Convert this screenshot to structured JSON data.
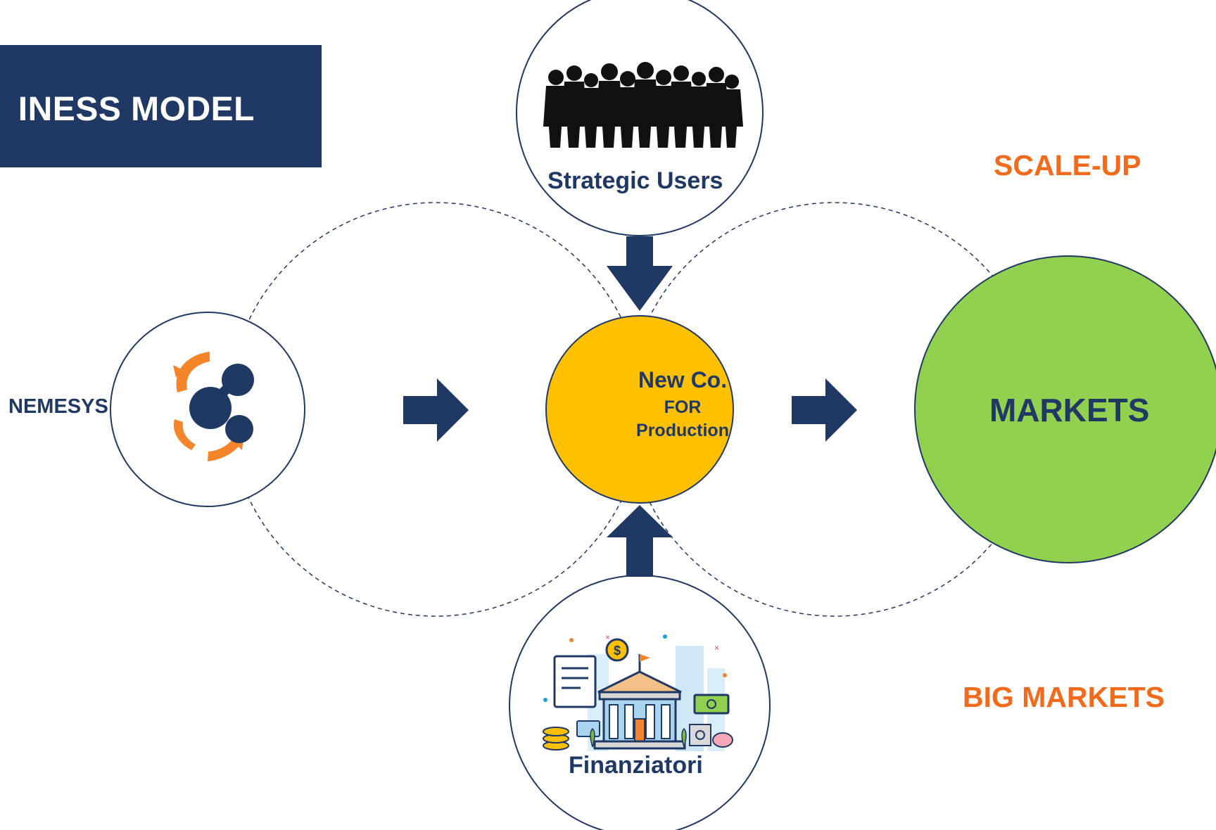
{
  "header": {
    "title": "INESS MODEL"
  },
  "labels": {
    "scale_up": "SCALE-UP",
    "big_markets": "BIG MARKETS",
    "nemesys": "NEMESYS",
    "strategic_users": "Strategic Users",
    "finanziatori": "Finanziatori",
    "markets": "MARKETS"
  },
  "center": {
    "line1": "New Co.",
    "line2": "FOR",
    "line3": "Production"
  },
  "colors": {
    "navy": "#203864",
    "orange": "#f26a1b",
    "center_fill": "#ffc000",
    "markets_fill": "#92d050",
    "outline": "#203864"
  },
  "icons": {
    "strategic_users": "people-silhouettes-icon",
    "nemesys": "nemesys-logo-icon",
    "finanziatori": "bank-finance-icon"
  }
}
